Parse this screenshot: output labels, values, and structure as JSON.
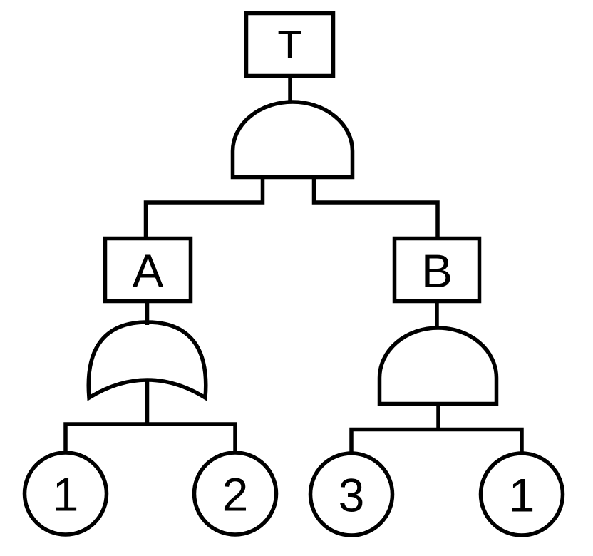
{
  "diagram": {
    "kind": "fault-tree",
    "background_color": "#ffffff",
    "line_color": "#000000",
    "nodes": {
      "top_event": {
        "label": "T",
        "shape": "rectangle"
      },
      "top_gate": {
        "type": "AND",
        "shape": "and-gate",
        "output": "T",
        "inputs": [
          "A",
          "B"
        ]
      },
      "event_a": {
        "label": "A",
        "shape": "rectangle"
      },
      "gate_a": {
        "type": "OR",
        "shape": "or-gate",
        "output": "A",
        "inputs": [
          "1",
          "2"
        ]
      },
      "event_b": {
        "label": "B",
        "shape": "rectangle"
      },
      "gate_b": {
        "type": "AND",
        "shape": "and-gate",
        "output": "B",
        "inputs": [
          "3",
          "1"
        ]
      },
      "basic_events": [
        {
          "label": "1",
          "shape": "circle",
          "parent": "A"
        },
        {
          "label": "2",
          "shape": "circle",
          "parent": "A"
        },
        {
          "label": "3",
          "shape": "circle",
          "parent": "B"
        },
        {
          "label": "1",
          "shape": "circle",
          "parent": "B"
        }
      ]
    }
  }
}
